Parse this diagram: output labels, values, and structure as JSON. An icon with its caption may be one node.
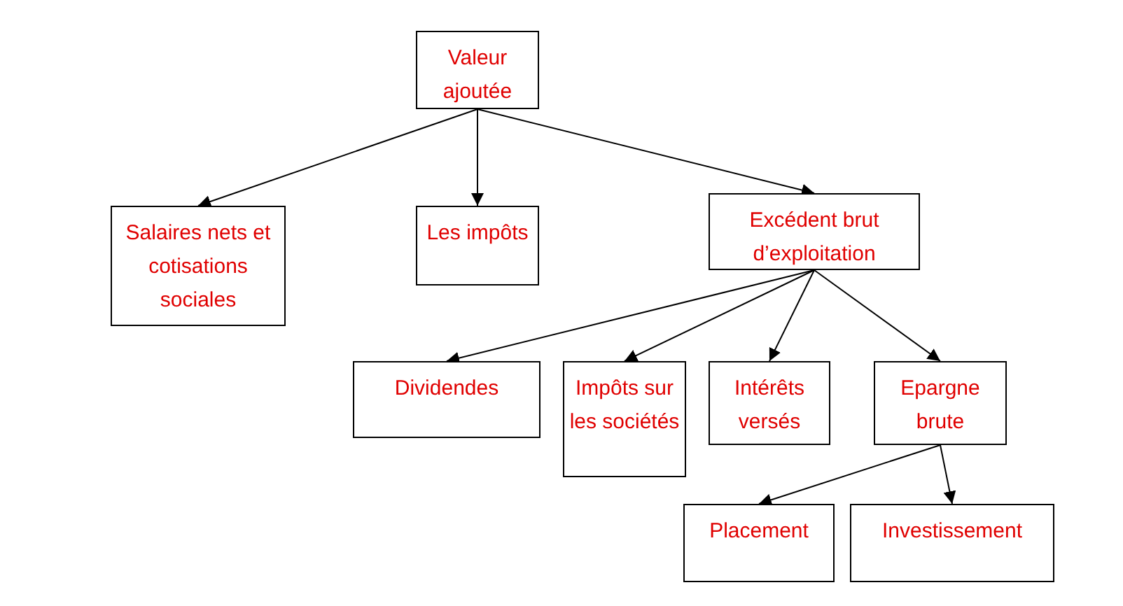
{
  "diagram": {
    "nodes": [
      {
        "text": [
          "Valeur ajoutée"
        ]
      },
      {
        "text": [
          "Salaires nets et cotisations sociales"
        ]
      },
      {
        "text": [
          "Les impôts"
        ]
      },
      {
        "text": [
          "Excédent brut d’exploitation"
        ]
      },
      {
        "text": [
          "Dividendes"
        ]
      },
      {
        "text": [
          "Impôts sur les sociétés"
        ]
      },
      {
        "text": [
          "Intérêts versés"
        ]
      },
      {
        "text": [
          "Epargne brute"
        ]
      },
      {
        "text": [
          "Placement"
        ]
      },
      {
        "text": [
          "Investissement"
        ]
      }
    ],
    "edges": [
      {
        "from": 0,
        "to": 1,
        "arrow": "to"
      },
      {
        "from": 0,
        "to": 2,
        "arrow": "to"
      },
      {
        "from": 0,
        "to": 3,
        "arrow": "to"
      },
      {
        "from": 3,
        "to": 4,
        "arrow": "to"
      },
      {
        "from": 3,
        "to": 5,
        "arrow": "to"
      },
      {
        "from": 3,
        "to": 6,
        "arrow": "to"
      },
      {
        "from": 3,
        "to": 7,
        "arrow": "to"
      },
      {
        "from": 7,
        "to": 8,
        "arrow": "to"
      },
      {
        "from": 7,
        "to": 9,
        "arrow": "to"
      }
    ]
  }
}
